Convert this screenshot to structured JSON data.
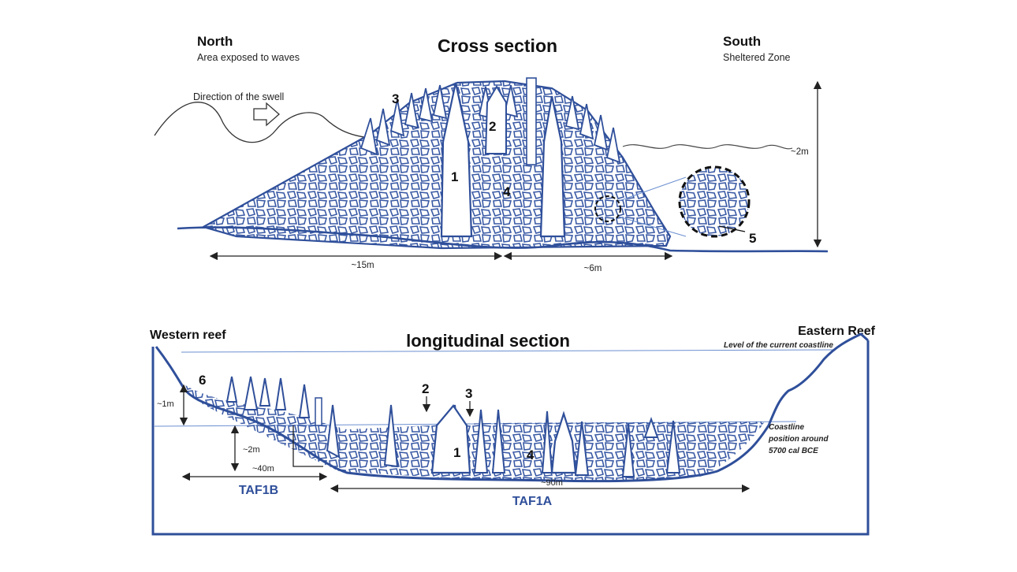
{
  "colors": {
    "reef": "#2f4f9a",
    "rubble": "#3a5aa5",
    "dim": "#222222",
    "water": "#7fa3d6",
    "label_blue": "#2f4f9a"
  },
  "cross_section": {
    "title": "Cross section",
    "north": {
      "title": "North",
      "subtitle": "Area exposed to waves"
    },
    "south": {
      "title": "South",
      "subtitle": "Sheltered Zone"
    },
    "swell_label": "Direction of the swell",
    "height_label": "~2m",
    "dims": [
      "~15m",
      "~6m"
    ],
    "numbers": [
      "1",
      "2",
      "3",
      "4",
      "5"
    ]
  },
  "longitudinal_section": {
    "title": "longitudinal section",
    "west": "Western reef",
    "east": "Eastern Reef",
    "current_coastline": "Level of the current coastline",
    "old_coastline": [
      "Coastline",
      "position around",
      "5700 cal BCE"
    ],
    "dims": [
      "~1m",
      "~2m",
      "~40m",
      "~90m"
    ],
    "zones": [
      "TAF1B",
      "TAF1A"
    ],
    "numbers": [
      "6",
      "2",
      "3",
      "1",
      "4"
    ]
  }
}
